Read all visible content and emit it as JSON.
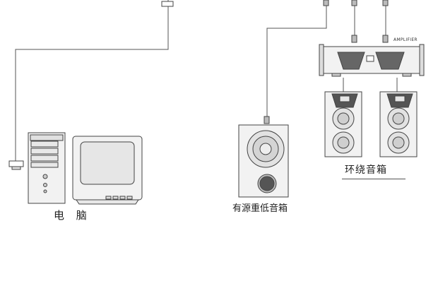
{
  "labels": {
    "computer": "电 脑",
    "subwoofer": "有源重低音箱",
    "surround": "环绕音箱",
    "amplifier": "AMPLIFIER"
  },
  "colors": {
    "line": "#555555",
    "device_fill": "#f2f2f2",
    "screen_fill": "#e6e6e6",
    "speaker_cone": "#d9d9d9",
    "woofer_dark": "#555555"
  }
}
